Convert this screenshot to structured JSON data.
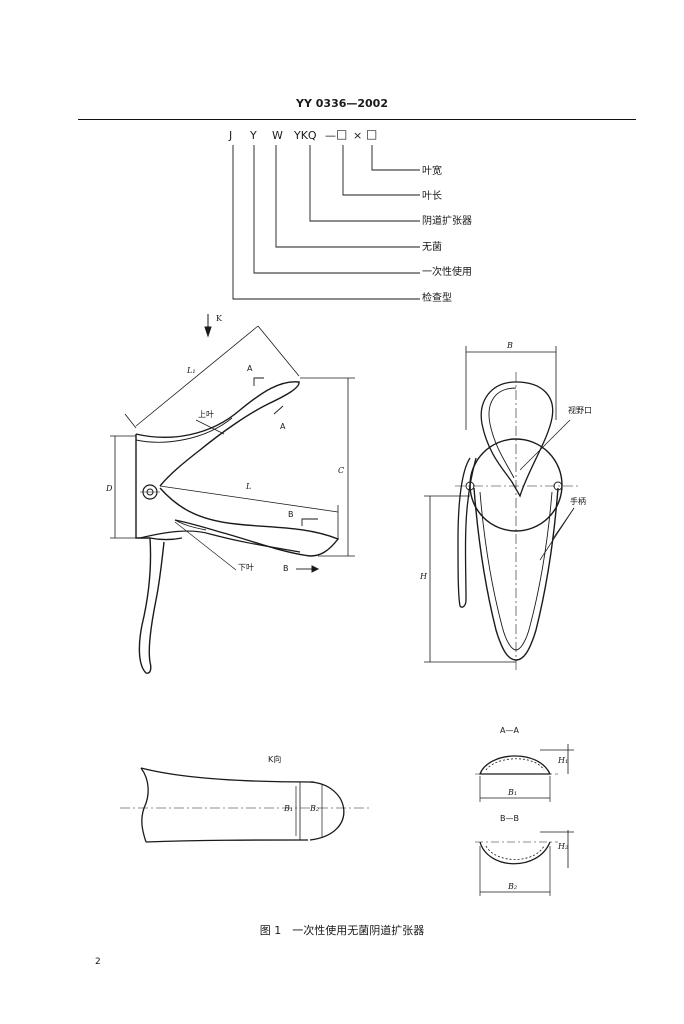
{
  "header": {
    "standard_no": "YY 0336—2002"
  },
  "designation": {
    "letters": [
      "J",
      "Y",
      "W",
      "YKQ"
    ],
    "symbols": [
      "—",
      "□",
      "×",
      "□"
    ],
    "labels": [
      "叶宽",
      "叶长",
      "阴道扩张器",
      "无菌",
      "一次性使用",
      "检查型"
    ]
  },
  "side_view": {
    "view_label": "K",
    "dims": [
      "L₁",
      "L",
      "D",
      "C"
    ],
    "section_marks": [
      "A",
      "A",
      "B",
      "B"
    ],
    "part_labels": [
      "上叶",
      "下叶"
    ]
  },
  "front_view": {
    "dims": [
      "B",
      "H"
    ],
    "part_labels": [
      "视野口",
      "手柄"
    ]
  },
  "k_view": {
    "title": "K向",
    "dims": [
      "B₁",
      "B₂"
    ]
  },
  "section_aa": {
    "title": "A—A",
    "dims": [
      "H₁",
      "B₁"
    ]
  },
  "section_bb": {
    "title": "B—B",
    "dims": [
      "H₂",
      "B₂"
    ]
  },
  "caption": "图 1　一次性使用无菌阴道扩张器",
  "page_number": "2"
}
